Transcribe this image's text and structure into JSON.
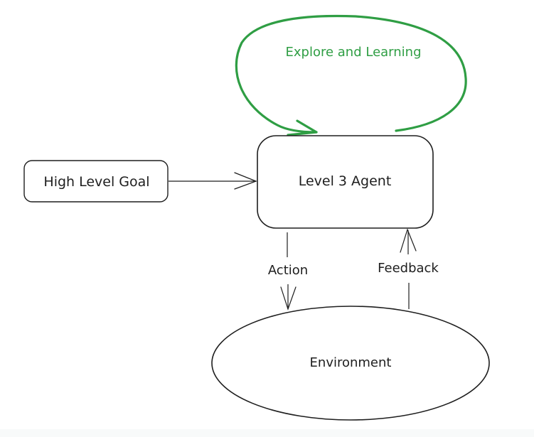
{
  "diagram": {
    "colors": {
      "stroke": "#1e1e1e",
      "loop": "#2f9e44",
      "background": "#ffffff"
    },
    "nodes": {
      "goal": {
        "label": "High Level Goal",
        "shape": "rounded-rectangle"
      },
      "agent": {
        "label": "Level 3 Agent",
        "shape": "rounded-rectangle"
      },
      "environment": {
        "label": "Environment",
        "shape": "ellipse"
      }
    },
    "edges": {
      "goal_to_agent": {
        "from": "goal",
        "to": "agent",
        "label": ""
      },
      "action": {
        "from": "agent",
        "to": "environment",
        "label": "Action"
      },
      "feedback": {
        "from": "environment",
        "to": "agent",
        "label": "Feedback"
      },
      "self_loop": {
        "from": "agent",
        "to": "agent",
        "label": "Explore and Learning"
      }
    }
  }
}
